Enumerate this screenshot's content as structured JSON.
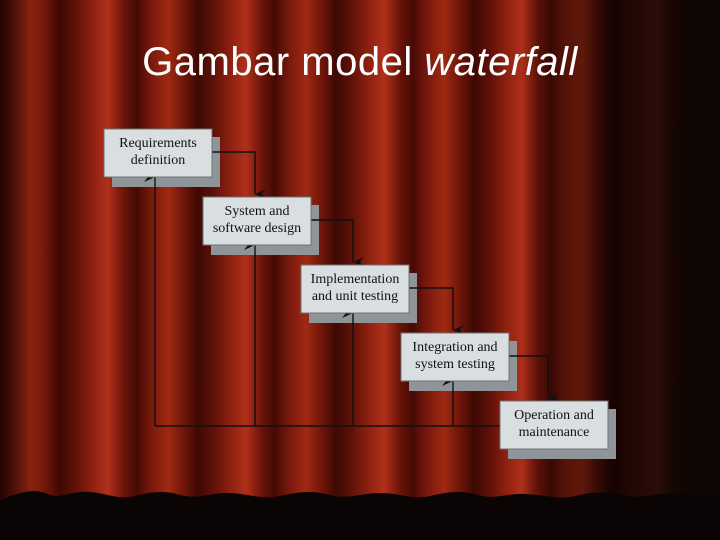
{
  "slide": {
    "title_plain": "Gambar model",
    "title_italic": "waterfall"
  },
  "diagram": {
    "stages": [
      {
        "line1": "Requirements",
        "line2": "definition"
      },
      {
        "line1": "System and",
        "line2": "software design"
      },
      {
        "line1": "Implementation",
        "line2": "and unit testing"
      },
      {
        "line1": "Integration and",
        "line2": "system testing"
      },
      {
        "line1": "Operation and",
        "line2": "maintenance"
      }
    ]
  },
  "colors": {
    "curtain": "#8c2010",
    "box_fill": "#d9dfe0",
    "box_shadow": "#8e9498",
    "title_text": "#ffffff"
  }
}
